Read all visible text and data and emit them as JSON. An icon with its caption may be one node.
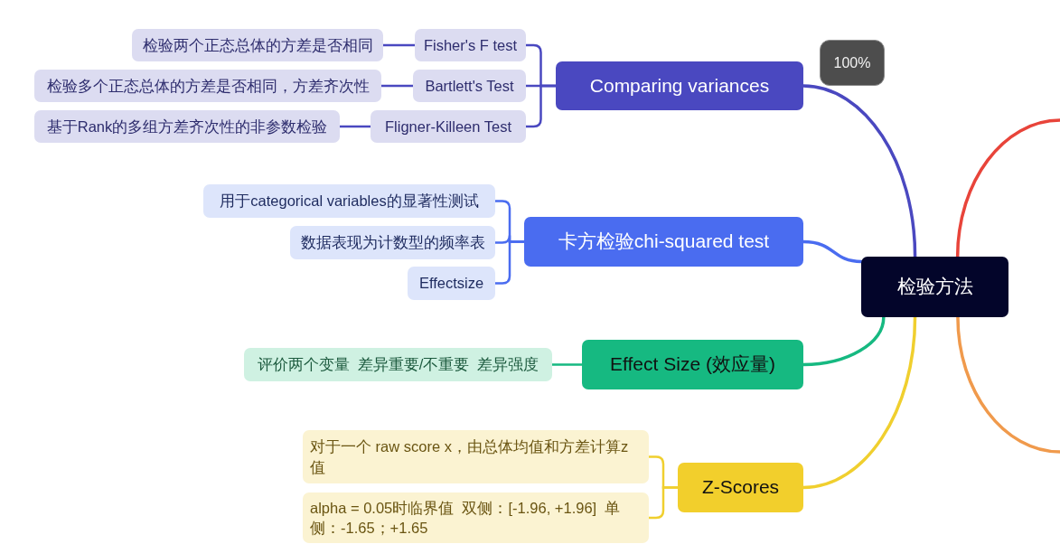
{
  "diagram": {
    "nodes": [
      {
        "text": [
          "检验方法"
        ]
      },
      {
        "text": [
          "Comparing variances"
        ]
      },
      {
        "text": [
          "Fisher's F test"
        ]
      },
      {
        "text": [
          "Bartlett's Test"
        ]
      },
      {
        "text": [
          "Fligner-Killeen Test"
        ]
      },
      {
        "text": [
          "检验两个正态总体的方差是否相同"
        ]
      },
      {
        "text": [
          "检验多个正态总体的方差是否相同，方差齐次性"
        ]
      },
      {
        "text": [
          "基于Rank的多组方差齐次性的非参数检验"
        ]
      },
      {
        "text": [
          "卡方检验chi-squared test"
        ]
      },
      {
        "text": [
          "用于categorical variables的显著性测试"
        ]
      },
      {
        "text": [
          "数据表现为计数型的频率表"
        ]
      },
      {
        "text": [
          "Effectsize"
        ]
      },
      {
        "text": [
          "Effect Size (效应量)"
        ]
      },
      {
        "text": [
          "评价两个变量  差异重要/不重要  差异强度"
        ]
      },
      {
        "text": [
          "Z-Scores"
        ]
      },
      {
        "text": [
          "对于一个 raw score x，由总体均值和方差计算z值"
        ]
      },
      {
        "text": [
          "alpha = 0.05时临界值  双侧：[-1.96, +1.96]  单侧：-1.65；+1.65"
        ]
      }
    ],
    "edges": [
      {
        "from": 0,
        "to": 1,
        "arrow": "none"
      },
      {
        "from": 1,
        "to": 2,
        "arrow": "none"
      },
      {
        "from": 1,
        "to": 3,
        "arrow": "none"
      },
      {
        "from": 1,
        "to": 4,
        "arrow": "none"
      },
      {
        "from": 2,
        "to": 5,
        "arrow": "none"
      },
      {
        "from": 3,
        "to": 6,
        "arrow": "none"
      },
      {
        "from": 4,
        "to": 7,
        "arrow": "none"
      },
      {
        "from": 0,
        "to": 8,
        "arrow": "none",
        "color": "#4a6cf0"
      },
      {
        "from": 8,
        "to": 9,
        "arrow": "none",
        "color": "#4a6cf0"
      },
      {
        "from": 8,
        "to": 10,
        "arrow": "none",
        "color": "#4a6cf0"
      },
      {
        "from": 8,
        "to": 11,
        "arrow": "none",
        "color": "#4a6cf0"
      },
      {
        "from": 0,
        "to": 12,
        "arrow": "none",
        "color": "#16b981"
      },
      {
        "from": 12,
        "to": 13,
        "arrow": "none",
        "color": "#16b981"
      },
      {
        "from": 0,
        "to": 14,
        "arrow": "none",
        "color": "#f0cf2e"
      },
      {
        "from": 14,
        "to": 15,
        "arrow": "none",
        "color": "#f0cf2e"
      },
      {
        "from": 14,
        "to": 16,
        "arrow": "none",
        "color": "#f0cf2e"
      },
      {
        "from": 0,
        "to": null,
        "arrow": "none",
        "color": "#e8443a"
      },
      {
        "from": 0,
        "to": null,
        "arrow": "none",
        "color": "#f09a4c"
      }
    ],
    "labels": [
      "100%"
    ]
  }
}
